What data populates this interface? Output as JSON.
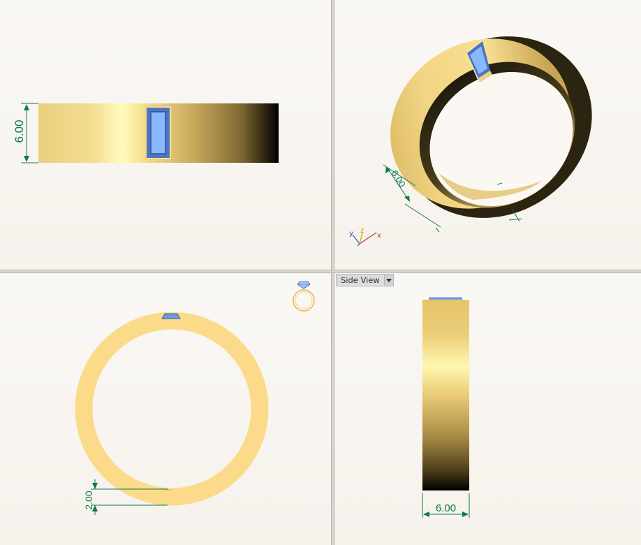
{
  "colors": {
    "gold_light": "#fff3a6",
    "gold_mid": "#e6c46a",
    "gold_dark": "#3a2f10",
    "gold_flat": "#fbdb8a",
    "stone": "#7aa8ea",
    "stone_dark": "#3d5fa8",
    "dimension": "#0c7a4a",
    "axis_x": "#c0392b",
    "axis_y": "#2b4fc0",
    "axis_z": "#d4a000"
  },
  "viewports": {
    "front": {
      "dimension": "6.00"
    },
    "perspective": {
      "dimension": "6.00",
      "axes": {
        "x": "x",
        "y": "y",
        "z": "z"
      }
    },
    "top": {
      "dimension": "2.00",
      "ring_icon": "ring-with-diamond-icon"
    },
    "side": {
      "view_label": "Side View",
      "dimension": "6.00"
    }
  }
}
